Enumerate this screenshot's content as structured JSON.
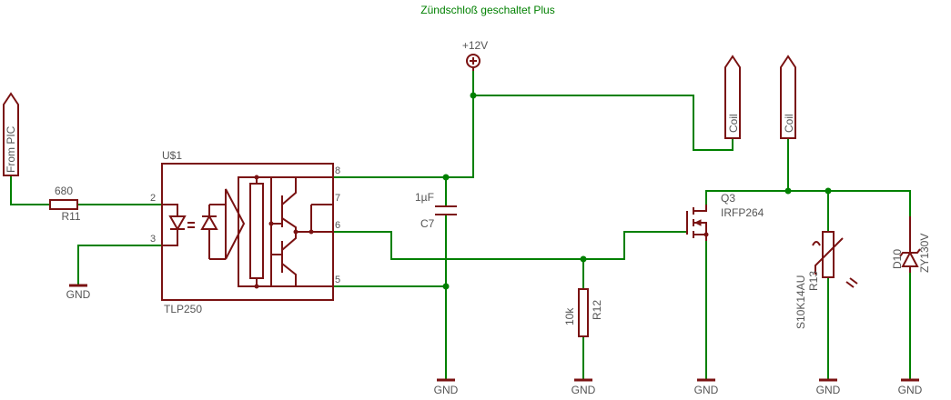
{
  "title": "Zündschloß geschaltet Plus",
  "supply": {
    "label": "+12V"
  },
  "ports": {
    "from_pic": "From PIC",
    "coil_left": "Coil",
    "coil_right": "Coil"
  },
  "gnd_label": "GND",
  "resistor_r11": {
    "value": "680",
    "name": "R11"
  },
  "ic": {
    "name": "U$1",
    "part": "TLP250",
    "pins": [
      "2",
      "3",
      "8",
      "7",
      "6",
      "5"
    ]
  },
  "capacitor_c7": {
    "value": "1µF",
    "name": "C7"
  },
  "resistor_r12": {
    "value": "10k",
    "name": "R12"
  },
  "mosfet_q3": {
    "name": "Q3",
    "part": "IRFP264"
  },
  "varistor_r13": {
    "name": "R13",
    "part": "S10K14AU"
  },
  "zener_d10": {
    "name": "D10",
    "part": "ZY130V"
  },
  "colors": {
    "wire": "#008000",
    "component": "#7a1212",
    "label": "#555555"
  }
}
